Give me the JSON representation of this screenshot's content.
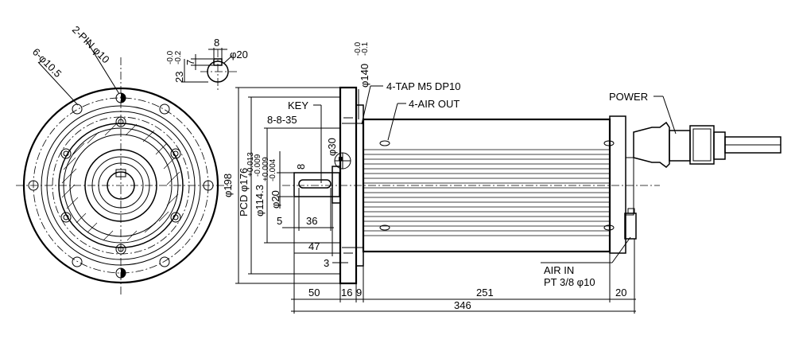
{
  "front_view": {
    "pin_label": "2-PIN φ10",
    "hole_label": "6-φ10.5"
  },
  "keyway_detail": {
    "width": "8",
    "depth_main": "23",
    "depth_tol_upper": "-0.0",
    "depth_tol_lower": "-0.2",
    "depth_small": "7",
    "shaft_dia": "φ20"
  },
  "side_view": {
    "key_label": "KEY",
    "key_spec": "8-8-35",
    "flange_dia": "φ140",
    "flange_tol_upper": "-0.0",
    "flange_tol_lower": "-0.1",
    "tap_label": "4-TAP M5 DP10",
    "air_out_label": "4-AIR OUT",
    "power_label": "POWER",
    "air_in_label": "AIR IN",
    "air_in_spec": "PT 3/8 φ10",
    "dia_198": "φ198",
    "pcd": "PCD φ176",
    "dia_114": "φ114.3",
    "dia_114_tol_upper": "+0.013",
    "dia_114_tol_lower": "-0.009",
    "dia_20": "φ20",
    "dia_20_tol_upper": "+0.009",
    "dia_20_tol_lower": "-0.004",
    "dia_30": "φ30",
    "key_height": "8",
    "dim_5": "5",
    "dim_36": "36",
    "dim_47": "47",
    "dim_3": "3",
    "dim_50": "50",
    "dim_16": "16",
    "dim_9": "9",
    "dim_251": "251",
    "dim_20": "20",
    "dim_346": "346"
  }
}
